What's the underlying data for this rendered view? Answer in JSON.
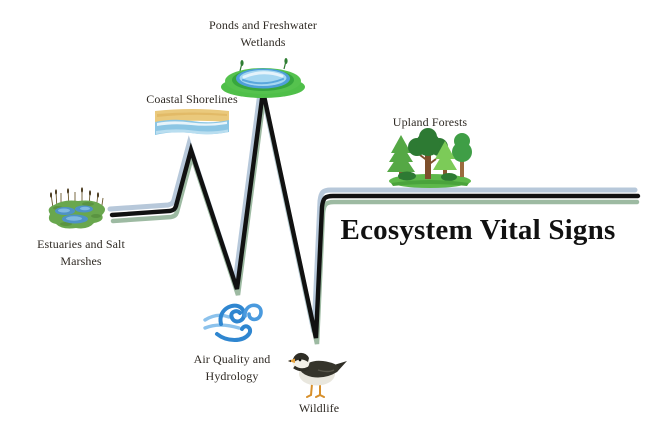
{
  "title": "Ecosystem Vital Signs",
  "diagram_type": "ecg-style vital signs line connecting ecosystem icons",
  "labels": {
    "ponds": "Ponds and Freshwater Wetlands",
    "coastal": "Coastal Shorelines",
    "upland": "Upland Forests",
    "estuaries": "Estuaries and Salt Marshes",
    "air": "Air Quality and Hydrology",
    "wildlife": "Wildlife"
  },
  "icons": [
    {
      "name": "estuaries-marsh-icon",
      "depicts": "green salt marsh with blue water and reeds"
    },
    {
      "name": "coastal-shoreline-icon",
      "depicts": "sandy beach band over blue surf"
    },
    {
      "name": "pond-wetland-icon",
      "depicts": "blue pond ringed by green wetland"
    },
    {
      "name": "upland-forest-icon",
      "depicts": "cluster of green trees on a mound"
    },
    {
      "name": "wind-swirl-icon",
      "depicts": "blue wind / air swirls"
    },
    {
      "name": "plover-bird-icon",
      "depicts": "shorebird (plover) with banded neck"
    }
  ],
  "colors": {
    "line_black": "#111111",
    "line_blue": "#b7c8da",
    "line_green": "#9dbaa2",
    "text": "#2f2a24",
    "marsh_green": "#69a74e",
    "water_blue": "#4e92c6",
    "sand_tan": "#eac97c",
    "pond_green": "#4fbf49",
    "pond_blue": "#a5d7f1",
    "forest_dark_green": "#2d7a33",
    "wind_blue": "#2f86d0",
    "bird_orange": "#d78f2a"
  }
}
